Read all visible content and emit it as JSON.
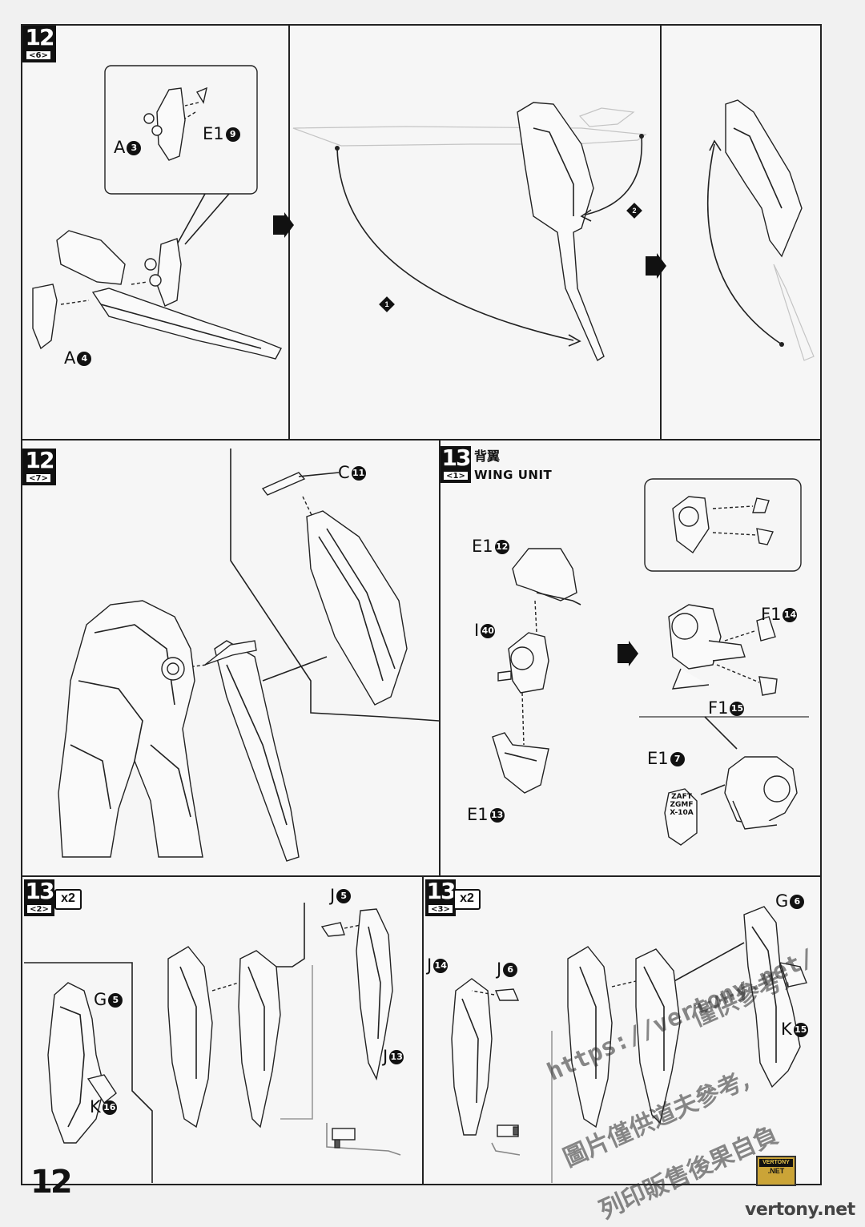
{
  "page_number": "12",
  "steps": [
    {
      "id": "12-6",
      "number": "12",
      "sub": "<6>",
      "parts": [
        "A3",
        "E19",
        "A4"
      ],
      "action_markers": [
        "1",
        "2"
      ]
    },
    {
      "id": "12-7",
      "number": "12",
      "sub": "<7>",
      "parts": [
        "C11"
      ]
    },
    {
      "id": "13-1",
      "number": "13",
      "sub": "<1>",
      "title_jp": "背翼",
      "title_en": "WING UNIT",
      "parts": [
        "E12",
        "I40",
        "E13",
        "F14",
        "F15",
        "E17"
      ]
    },
    {
      "id": "13-2",
      "number": "13",
      "sub": "<2>",
      "multiplier": "x2",
      "parts": [
        "J5",
        "G5",
        "J13",
        "K16"
      ]
    },
    {
      "id": "13-3",
      "number": "13",
      "sub": "<3>",
      "multiplier": "x2",
      "parts": [
        "G6",
        "J14",
        "J6",
        "K15"
      ]
    }
  ],
  "part_labels": {
    "A3": {
      "letter": "A",
      "num": "3"
    },
    "E19": {
      "letter": "E1",
      "num": "9"
    },
    "A4": {
      "letter": "A",
      "num": "4"
    },
    "C11": {
      "letter": "C",
      "num": "11"
    },
    "E12": {
      "letter": "E1",
      "num": "12"
    },
    "I40": {
      "letter": "I",
      "num": "40"
    },
    "E13": {
      "letter": "E1",
      "num": "13"
    },
    "F14": {
      "letter": "F1",
      "num": "14"
    },
    "F15": {
      "letter": "F1",
      "num": "15"
    },
    "E17": {
      "letter": "E1",
      "num": "7"
    },
    "J5": {
      "letter": "J",
      "num": "5"
    },
    "G5": {
      "letter": "G",
      "num": "5"
    },
    "J13": {
      "letter": "J",
      "num": "13"
    },
    "K16": {
      "letter": "K",
      "num": "16"
    },
    "G6": {
      "letter": "G",
      "num": "6"
    },
    "J14": {
      "letter": "J",
      "num": "14"
    },
    "J6": {
      "letter": "J",
      "num": "6"
    },
    "K15": {
      "letter": "K",
      "num": "15"
    }
  },
  "decal_text": {
    "line1": "ZAFT",
    "line2": "ZGMF",
    "line3": "X-10A"
  },
  "watermark": {
    "url": "https://vertony.net/",
    "line1": "僅供參考,",
    "line2": "圖片僅供道夫參考,",
    "line3": "列印販售後果自負"
  },
  "logo": {
    "line1": "VERTONY",
    "line2": ".NET"
  },
  "footer_url": "vertony.net",
  "colors": {
    "ink": "#111111",
    "paper": "#f6f6f6",
    "logo": "#cba437"
  },
  "icons": [
    "arrow-right-icon",
    "numbered-diamond-icon",
    "curved-arrow-icon"
  ]
}
